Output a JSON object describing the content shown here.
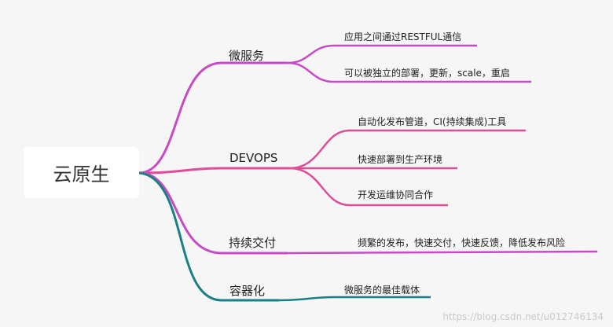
{
  "root": {
    "label": "云原生"
  },
  "colors": {
    "purple": "#c64bc5",
    "pink": "#dd4e9a",
    "teal": "#1b7f86"
  },
  "branches": [
    {
      "label": "微服务",
      "color": "#c64bc5",
      "children": [
        "应用之间通过RESTFUL通信",
        "可以被独立的部署，更新，scale，重启"
      ]
    },
    {
      "label": "DEVOPS",
      "color": "#dd4e9a",
      "children": [
        "自动化发布管道，CI(持续集成)工具",
        "快速部署到生产环境",
        "开发运维协同合作"
      ]
    },
    {
      "label": "持续交付",
      "color": "#c64bc5",
      "children": [
        "频繁的发布，快速交付，快速反馈，降低发布风险"
      ]
    },
    {
      "label": "容器化",
      "color": "#1b7f86",
      "children": [
        "微服务的最佳载体"
      ]
    }
  ],
  "watermark": "https://blog.csdn.net/u012746134"
}
